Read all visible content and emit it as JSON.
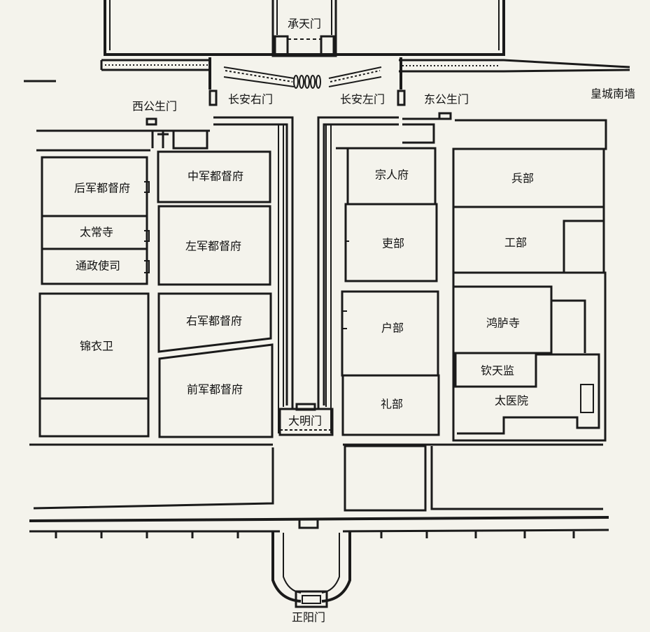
{
  "labels": {
    "chengtianmen": "承天门",
    "changan_right": "长安右门",
    "changan_left": "长安左门",
    "xigongsheng": "西公生门",
    "donggongsheng": "东公生门",
    "south_wall": "皇城南墙",
    "houjun": "后军都督府",
    "taichang": "太常寺",
    "tongzheng": "通政使司",
    "jinyiwei": "锦衣卫",
    "zhongjun": "中军都督府",
    "zuojun": "左军都督府",
    "youjun": "右军都督府",
    "qianjun": "前军都督府",
    "damingmen": "大明门",
    "zongren": "宗人府",
    "libu_official": "吏部",
    "hubu": "户部",
    "libu_rites": "礼部",
    "bingbu": "兵部",
    "gongbu": "工部",
    "honglu": "鸿胪寺",
    "qintian": "钦天监",
    "taiyi": "太医院",
    "zhengyangmen": "正阳门"
  }
}
